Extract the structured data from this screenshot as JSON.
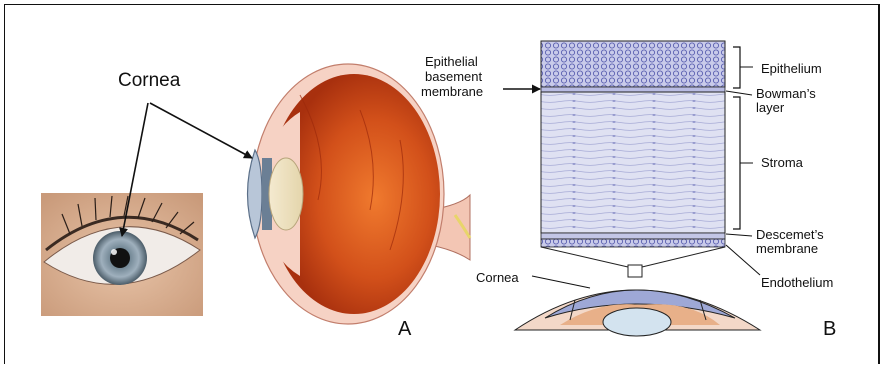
{
  "photo_label": "Cornea",
  "panel_a_letter": "A",
  "panel_b_letter": "B",
  "left_annotation": {
    "line1": "Epithelial",
    "line2": "basement",
    "line3": "membrane"
  },
  "layers": {
    "epithelium": "Epithelium",
    "bowmans_line1": "Bowman’s",
    "bowmans_line2": "layer",
    "stroma": "Stroma",
    "descemets_line1": "Descemet’s",
    "descemets_line2": "membrane",
    "endothelium": "Endothelium"
  },
  "cornea_small_label": "Cornea",
  "colors": {
    "iris": "#8a9aa8",
    "sclera_outer": "#f4c9b8",
    "retina": "#c8441a",
    "layer_fill": "#d9dcef",
    "epithelium_cells": "#6c6fb8",
    "outline": "#222222"
  }
}
